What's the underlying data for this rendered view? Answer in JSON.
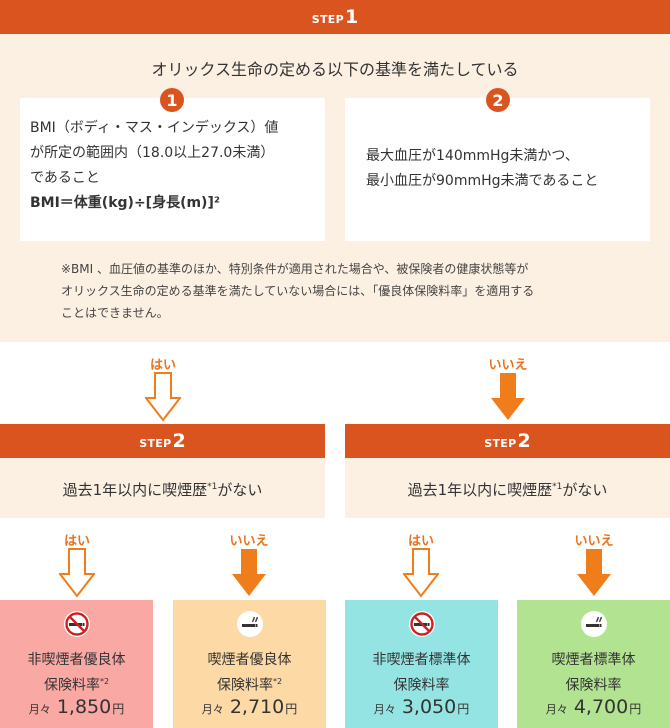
{
  "step1": {
    "label": "STEP",
    "number": "1",
    "headline": "オリックス生命の定める以下の基準を満たしている",
    "criterion1": {
      "badge": "1",
      "lines": [
        "BMI（ボディ・マス・インデックス）値",
        "が所定の範囲内（18.0以上27.0未満）",
        "であること"
      ],
      "formula": "BMI＝体重(kg)÷[身長(m)]²"
    },
    "criterion2": {
      "badge": "2",
      "lines": [
        "最大血圧が140mmHg未満かつ、",
        "最小血圧が90mmHg未満であること"
      ]
    },
    "note_lines": [
      "※BMI 、血圧値の基準のほか、特別条件が適用された場合や、被保険者の健康状態等が",
      "オリックス生命の定める基準を満たしていない場合には、「優良体保険料率」を適用する",
      "ことはできません。"
    ]
  },
  "answer_yes": "はい",
  "answer_no": "いいえ",
  "step2": {
    "label": "STEP",
    "number": "2",
    "condition": "過去1年以内に喫煙歴",
    "condition_sup": "*1",
    "condition_tail": "がない"
  },
  "results": [
    {
      "line1": "非喫煙者優良体",
      "line2": "保険料率",
      "sup": "*2",
      "prefix": "月々",
      "amount": "1,850",
      "unit": "円",
      "bg": "#f9a8a3",
      "icon": "no-smoking"
    },
    {
      "line1": "喫煙者優良体",
      "line2": "保険料率",
      "sup": "*2",
      "prefix": "月々",
      "amount": "2,710",
      "unit": "円",
      "bg": "#fdd9a6",
      "icon": "smoking"
    },
    {
      "line1": "非喫煙者標準体",
      "line2": "保険料率",
      "sup": "",
      "prefix": "月々",
      "amount": "3,050",
      "unit": "円",
      "bg": "#95e4e4",
      "icon": "no-smoking"
    },
    {
      "line1": "喫煙者標準体",
      "line2": "保険料率",
      "sup": "",
      "prefix": "月々",
      "amount": "4,700",
      "unit": "円",
      "bg": "#b2e391",
      "icon": "smoking"
    }
  ],
  "colors": {
    "step_bar": "#d9541f",
    "panel": "#fcf0e3",
    "answer_text": "#e8731d",
    "arrow_fill": "#f07d1c"
  }
}
